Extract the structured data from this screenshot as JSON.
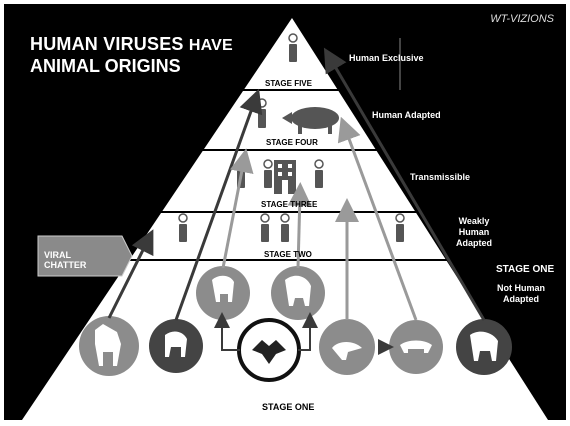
{
  "title": {
    "line1_big": "HUMAN VIRUSES",
    "line1_small": "HAVE",
    "line2": "ANIMAL ORIGINS"
  },
  "credit": "WT-VIZIONS",
  "stages": {
    "five": "STAGE FIVE",
    "four": "STAGE FOUR",
    "three": "STAGE THREE",
    "two": "STAGE TWO",
    "one": "STAGE ONE"
  },
  "side_labels": {
    "five": "Human Exclusive",
    "four": "Human Adapted",
    "three": "Transmissible",
    "two_line1": "Weakly",
    "two_line2": "Human",
    "two_line3": "Adapted",
    "one_heading": "STAGE ONE",
    "one_line1": "Not Human",
    "one_line2": "Adapted"
  },
  "viral_chatter": {
    "line1": "VIRAL",
    "line2": "CHATTER"
  },
  "icons": {
    "person": "person-icon",
    "pig": "pig-icon",
    "hospital": "hospital-icon",
    "monkey": "monkey-icon",
    "ape": "ape-icon",
    "bat": "bat-icon",
    "bird": "bird-icon",
    "dog": "dog-icon",
    "lemur": "lemur-icon",
    "chimp": "chimpanzee-icon"
  },
  "colors": {
    "background": "#000000",
    "pyramid": "#ffffff",
    "arrow_dark": "#3a3a3a",
    "arrow_light": "#9a9a9a",
    "circle": "#8c8c8c"
  }
}
